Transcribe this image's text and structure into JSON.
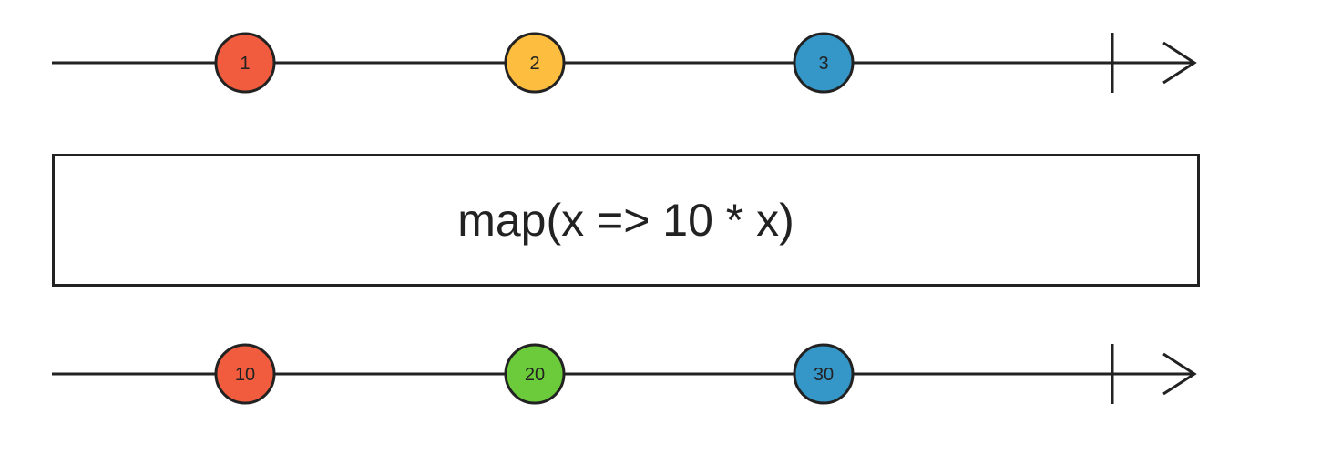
{
  "input_stream": {
    "marbles": [
      {
        "label": "1",
        "color": "#f25c3e"
      },
      {
        "label": "2",
        "color": "#fdbd3f"
      },
      {
        "label": "3",
        "color": "#3497c7"
      }
    ],
    "completed": true
  },
  "operator": {
    "label": "map(x => 10 * x)"
  },
  "output_stream": {
    "marbles": [
      {
        "label": "10",
        "color": "#f25c3e"
      },
      {
        "label": "20",
        "color": "#6ccb3a"
      },
      {
        "label": "30",
        "color": "#3497c7"
      }
    ],
    "completed": true
  },
  "colors": {
    "line": "#222222",
    "background": "#ffffff"
  }
}
